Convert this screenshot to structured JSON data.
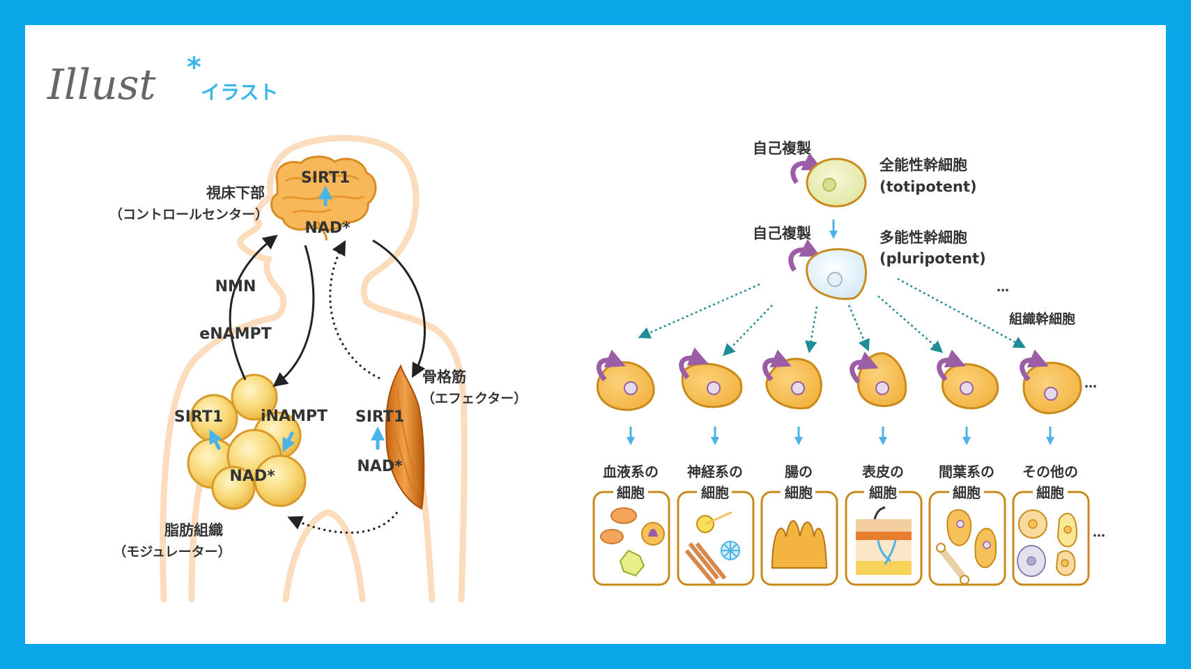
{
  "logo": {
    "script": "Illust",
    "kana": "イラスト",
    "star": "*"
  },
  "left": {
    "hypothalamus": {
      "title": "視床下部",
      "role": "（コントロールセンター）",
      "sirt": "SIRT1",
      "nad": "NAD*"
    },
    "adipose": {
      "title": "脂肪組織",
      "role": "（モジュレーター）",
      "sirt": "SIRT1",
      "inampt": "iNAMPT",
      "nad": "NAD*"
    },
    "muscle": {
      "title": "骨格筋",
      "role": "（エフェクター）",
      "sirt": "SIRT1",
      "nad": "NAD*"
    },
    "pathway": {
      "nmn": "NMN",
      "enampt": "eNAMPT"
    }
  },
  "right": {
    "self_renewal": "自己複製",
    "totipotent": {
      "jp": "全能性幹細胞",
      "en": "(totipotent)"
    },
    "pluripotent": {
      "jp": "多能性幹細胞",
      "en": "(pluripotent)"
    },
    "tissue_stem": "組織幹細胞",
    "ellipsis": "…",
    "cell_types": [
      {
        "line1": "血液系の",
        "line2": "細胞"
      },
      {
        "line1": "神経系の",
        "line2": "細胞"
      },
      {
        "line1": "腸の",
        "line2": "細胞"
      },
      {
        "line1": "表皮の",
        "line2": "細胞"
      },
      {
        "line1": "間葉系の",
        "line2": "細胞"
      },
      {
        "line1": "その他の",
        "line2": "細胞"
      }
    ]
  },
  "colors": {
    "border": "#0aa6e8",
    "cell_fill": "#f7c15a",
    "cell_stroke": "#c98a1b",
    "body_outline": "#fbdcbc",
    "purple": "#9b5ea6",
    "teal": "#1f8c96",
    "light_blue": "#4bb4e6"
  }
}
